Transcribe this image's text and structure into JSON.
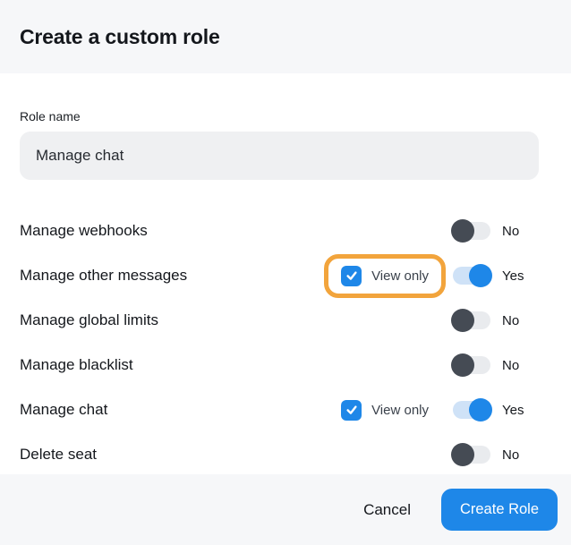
{
  "modal": {
    "title": "Create a custom role",
    "role_name_field": {
      "label": "Role name",
      "value": "Manage chat"
    },
    "permissions": [
      {
        "label": "Manage webhooks",
        "state": "off",
        "value": "No",
        "view_only": false,
        "view_only_label": "",
        "checked": false,
        "highlighted": false
      },
      {
        "label": "Manage other messages",
        "state": "on",
        "value": "Yes",
        "view_only": true,
        "view_only_label": "View only",
        "checked": true,
        "highlighted": true
      },
      {
        "label": "Manage global limits",
        "state": "off",
        "value": "No",
        "view_only": false,
        "view_only_label": "",
        "checked": false,
        "highlighted": false
      },
      {
        "label": "Manage blacklist",
        "state": "off",
        "value": "No",
        "view_only": false,
        "view_only_label": "",
        "checked": false,
        "highlighted": false
      },
      {
        "label": "Manage chat",
        "state": "on",
        "value": "Yes",
        "view_only": true,
        "view_only_label": "View only",
        "checked": true,
        "highlighted": false
      },
      {
        "label": "Delete seat",
        "state": "off",
        "value": "No",
        "view_only": false,
        "view_only_label": "",
        "checked": false,
        "highlighted": false
      }
    ],
    "footer": {
      "cancel_label": "Cancel",
      "submit_label": "Create Role"
    },
    "colors": {
      "accent_blue": "#1e87e8",
      "toggle_off_knob": "#454b54",
      "toggle_off_track": "#e9ebee",
      "toggle_on_track": "#cfe2f7",
      "highlight_orange": "#f2a43c",
      "header_bg": "#f6f7f9",
      "footer_bg": "#f6f7f9",
      "input_bg": "#eff0f2"
    }
  }
}
